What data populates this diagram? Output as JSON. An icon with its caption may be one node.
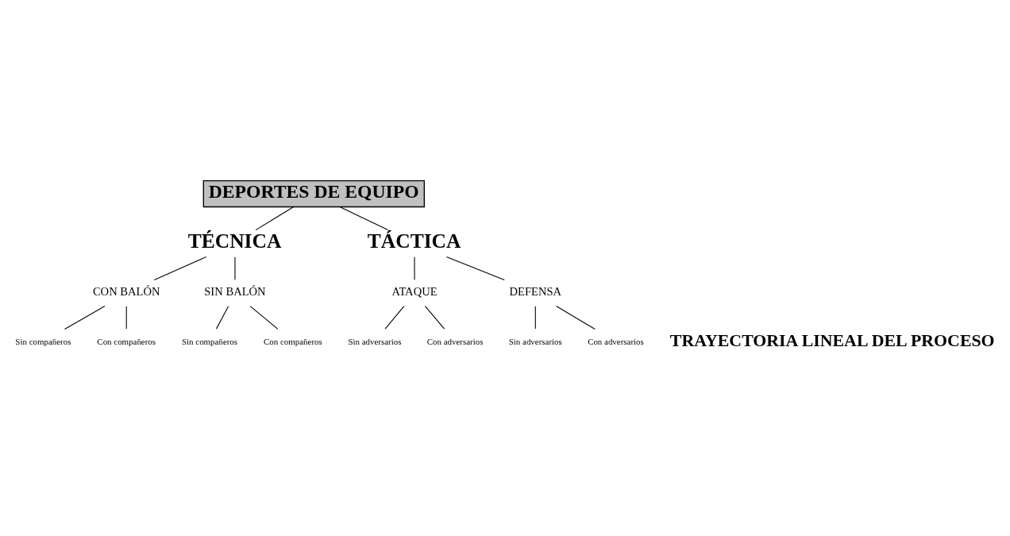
{
  "diagram": {
    "nodes": [
      {
        "text": [
          "DEPORTES DE EQUIPO"
        ]
      },
      {
        "text": [
          "TÉCNICA"
        ]
      },
      {
        "text": [
          "TÁCTICA"
        ]
      },
      {
        "text": [
          "CON BALÓN"
        ]
      },
      {
        "text": [
          "SIN BALÓN"
        ]
      },
      {
        "text": [
          "ATAQUE"
        ]
      },
      {
        "text": [
          "DEFENSA"
        ]
      },
      {
        "text": [
          "Sin compañeros"
        ]
      },
      {
        "text": [
          "Con compañeros"
        ]
      },
      {
        "text": [
          "Sin compañeros"
        ]
      },
      {
        "text": [
          "Con compañeros"
        ]
      },
      {
        "text": [
          "Sin adversarios"
        ]
      },
      {
        "text": [
          "Con adversarios"
        ]
      },
      {
        "text": [
          "Sin adversarios"
        ]
      },
      {
        "text": [
          "Con adversarios"
        ]
      }
    ],
    "edges": [
      {
        "from": 0,
        "to": 1,
        "arrow": "none"
      },
      {
        "from": 0,
        "to": 2,
        "arrow": "none"
      },
      {
        "from": 1,
        "to": 3,
        "arrow": "none"
      },
      {
        "from": 1,
        "to": 4,
        "arrow": "none"
      },
      {
        "from": 2,
        "to": 5,
        "arrow": "none"
      },
      {
        "from": 2,
        "to": 6,
        "arrow": "none"
      },
      {
        "from": 3,
        "to": 7,
        "arrow": "none"
      },
      {
        "from": 3,
        "to": 8,
        "arrow": "none"
      },
      {
        "from": 4,
        "to": 9,
        "arrow": "none"
      },
      {
        "from": 4,
        "to": 10,
        "arrow": "none"
      },
      {
        "from": 5,
        "to": 11,
        "arrow": "none"
      },
      {
        "from": 5,
        "to": 12,
        "arrow": "none"
      },
      {
        "from": 6,
        "to": 13,
        "arrow": "none"
      },
      {
        "from": 6,
        "to": 14,
        "arrow": "none"
      }
    ],
    "labels": [
      "TRAYECTORIA LINEAL DEL PROCESO"
    ]
  }
}
